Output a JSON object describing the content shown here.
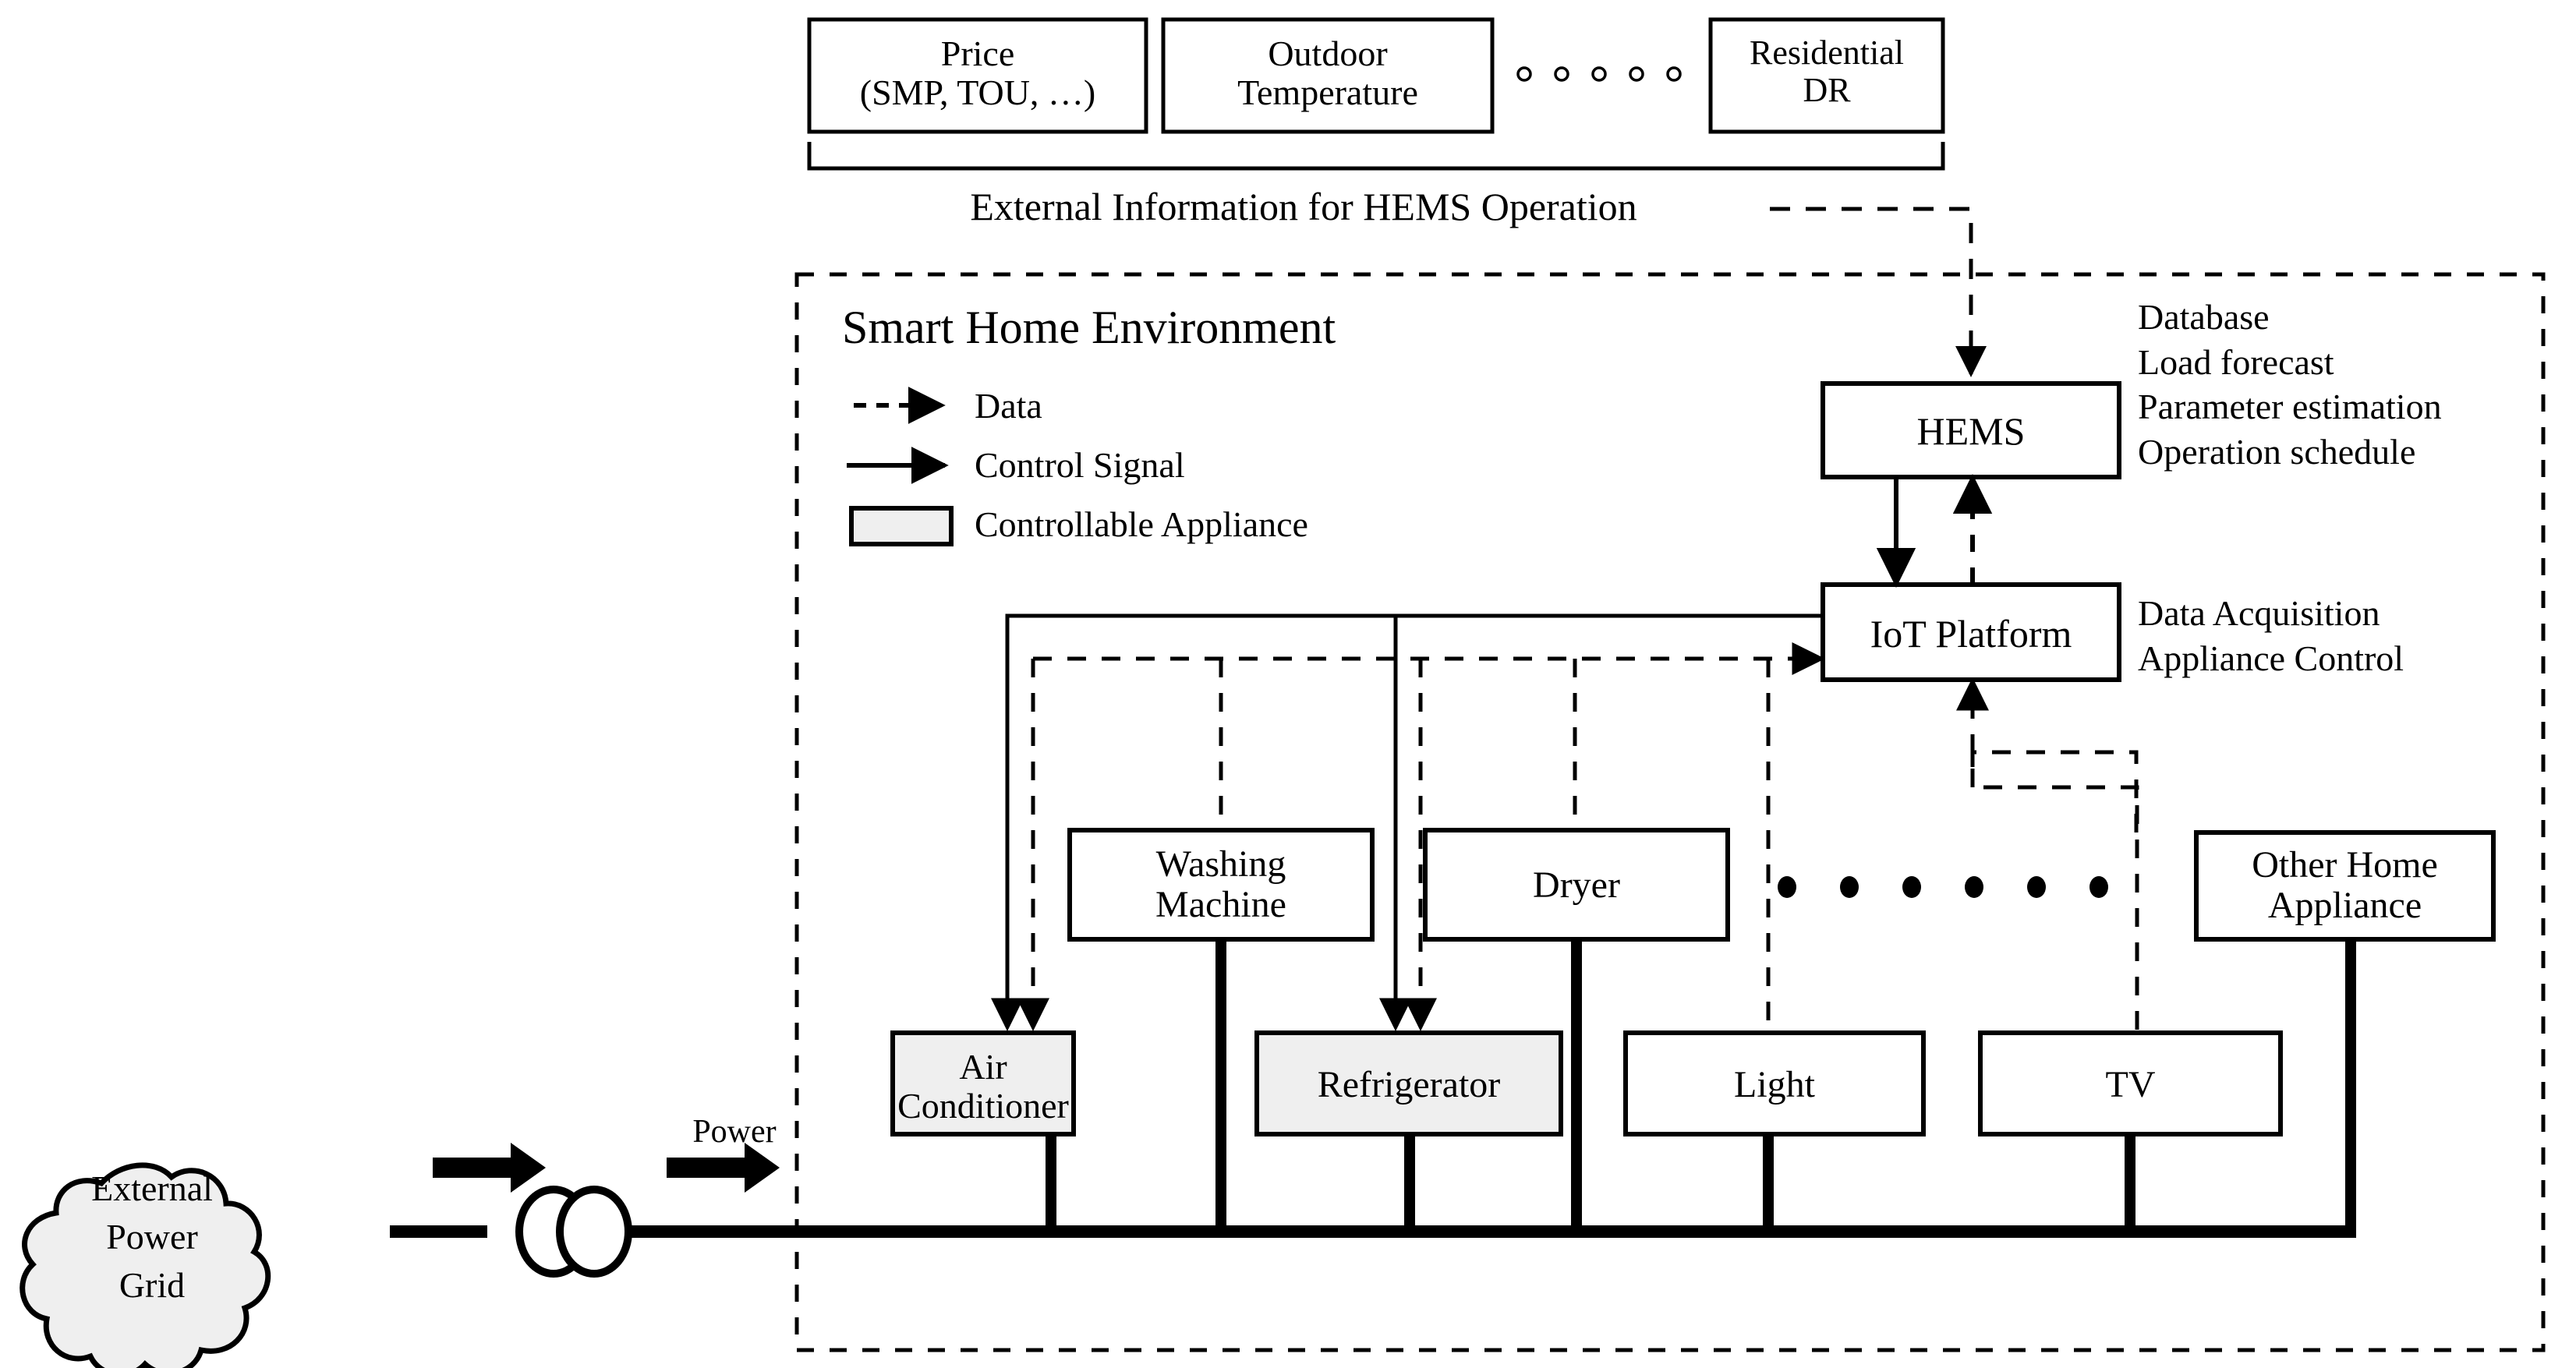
{
  "diagram": {
    "title": "Smart Home Environment",
    "external_caption": "External Information for HEMS Operation",
    "power_label": "Power",
    "ellipsis_top": "o o o o o o",
    "ellipsis_middle": "• • • • • •"
  },
  "external_sources": [
    {
      "label": "Price\n(SMP, TOU, …)"
    },
    {
      "label": "Outdoor\nTemperature"
    },
    {
      "label": "Residential\nDR"
    }
  ],
  "legend": [
    {
      "label": "Data",
      "symbol": "dashed-arrow"
    },
    {
      "label": "Control Signal",
      "symbol": "solid-arrow"
    },
    {
      "label": "Controllable Appliance",
      "symbol": "gray-box"
    }
  ],
  "controllers": [
    {
      "id": "hems",
      "label": "HEMS",
      "functions": "Database\nLoad forecast\nParameter estimation\nOperation schedule"
    },
    {
      "id": "iot",
      "label": "IoT Platform",
      "functions": "Data Acquisition\nAppliance Control"
    }
  ],
  "grid": {
    "label": "External\nPower\nGrid"
  },
  "appliances": [
    {
      "label": "Washing\nMachine",
      "controllable": false
    },
    {
      "label": "Dryer",
      "controllable": false
    },
    {
      "label": "Other Home\nAppliance",
      "controllable": false
    },
    {
      "label": "Air\nConditioner",
      "controllable": true
    },
    {
      "label": "Refrigerator",
      "controllable": true
    },
    {
      "label": "Light",
      "controllable": false
    },
    {
      "label": "TV",
      "controllable": false
    }
  ],
  "colors": {
    "stroke": "#000000",
    "controllable_fill": "#efefef",
    "cloud_fill": "#efefef",
    "background": "#ffffff"
  }
}
